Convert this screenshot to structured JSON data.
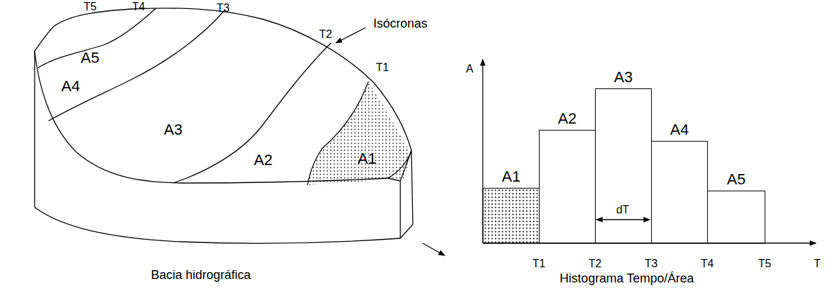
{
  "diagram": {
    "caption": "Histograma Tempo/Área",
    "nodes": [
      {
        "text": [
          "A1"
        ]
      },
      {
        "text": [
          "A2"
        ]
      },
      {
        "text": [
          "A3"
        ]
      },
      {
        "text": [
          "A4"
        ]
      },
      {
        "text": [
          "A5"
        ]
      }
    ],
    "labels": [
      "T5",
      "T4",
      "T3",
      "T2",
      "T1",
      "Isócronas",
      "A5",
      "A4",
      "A3",
      "A2",
      "A1",
      "Bacia hidrográfica",
      "A",
      "dT",
      "T1",
      "T2",
      "T3",
      "T4",
      "T5",
      "T"
    ]
  }
}
